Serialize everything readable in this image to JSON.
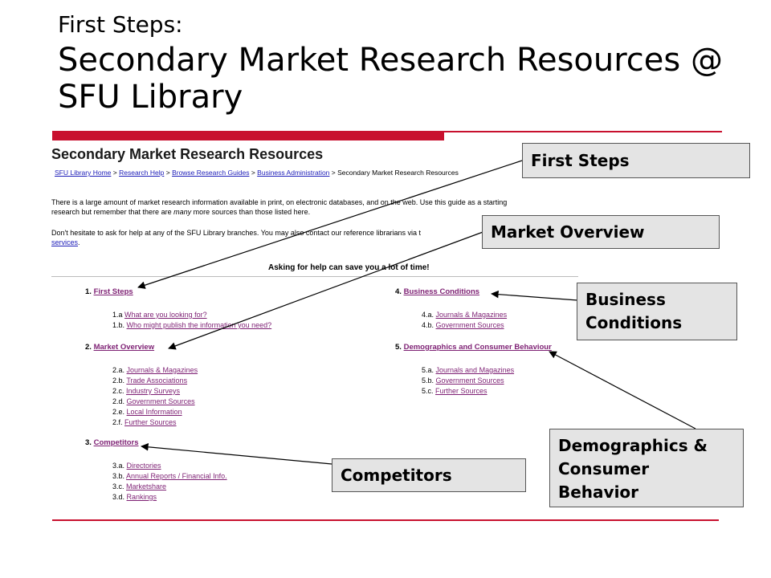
{
  "slide": {
    "subtitle": "First Steps:",
    "title": "Secondary Market Research Resources @ SFU Library"
  },
  "screenshot": {
    "title": "Secondary Market Research Resources",
    "breadcrumb": [
      "SFU Library Home",
      "Research Help",
      "Browse Research Guides",
      "Business Administration",
      "Secondary Market Research Resources"
    ],
    "para1_a": "There is a large amount of market research information available in print, on electronic databases, and on the web. Use this guide as a starting",
    "para1_b_pre": "research but remember that there are ",
    "para1_b_em": "many",
    "para1_b_post": " more sources than those listed here.",
    "para2_a": "Don't hesitate to ask for help at any of the SFU Library branches.  You may also contact our reference librarians via t",
    "para2_b": "services",
    "ask": "Asking for help can save you a lot of time!",
    "sections": [
      {
        "num": "1.",
        "label": "First Steps",
        "items": [
          {
            "num": "1.a",
            "label": "What are you looking for?"
          },
          {
            "num": "1.b.",
            "label": "Who might publish the information you need?"
          }
        ]
      },
      {
        "num": "2.",
        "label": "Market Overview",
        "items": [
          {
            "num": "2.a.",
            "label": "Journals & Magazines"
          },
          {
            "num": "2.b.",
            "label": "Trade Associations"
          },
          {
            "num": "2.c.",
            "label": "Industry Surveys"
          },
          {
            "num": "2.d.",
            "label": "Government Sources"
          },
          {
            "num": "2.e.",
            "label": "Local Information"
          },
          {
            "num": "2.f.",
            "label": "Further Sources"
          }
        ]
      },
      {
        "num": "3.",
        "label": "Competitors",
        "items": [
          {
            "num": "3.a.",
            "label": "Directories"
          },
          {
            "num": "3.b.",
            "label": "Annual Reports / Financial Info."
          },
          {
            "num": "3.c.",
            "label": "Marketshare"
          },
          {
            "num": "3.d.",
            "label": "Rankings"
          }
        ]
      },
      {
        "num": "4.",
        "label": "Business Conditions",
        "items": [
          {
            "num": "4.a.",
            "label": "Journals & Magazines"
          },
          {
            "num": "4.b.",
            "label": "Government Sources"
          }
        ]
      },
      {
        "num": "5.",
        "label": "Demographics and Consumer Behaviour",
        "items": [
          {
            "num": "5.a.",
            "label": "Journals and Magazines"
          },
          {
            "num": "5.b.",
            "label": "Government Sources"
          },
          {
            "num": "5.c.",
            "label": "Further Sources"
          }
        ]
      }
    ]
  },
  "callouts": {
    "first_steps": "First Steps",
    "market_overview": "Market Overview",
    "business_conditions_1": "Business",
    "business_conditions_2": "Conditions",
    "competitors": "Competitors",
    "demographics_1": "Demographics &",
    "demographics_2": "Consumer",
    "demographics_3": "Behavior"
  },
  "colors": {
    "accent_red": "#c8102e",
    "link_blue": "#1c1cb8",
    "visited_purple": "#7d1f73",
    "callout_bg": "#e4e4e4"
  }
}
